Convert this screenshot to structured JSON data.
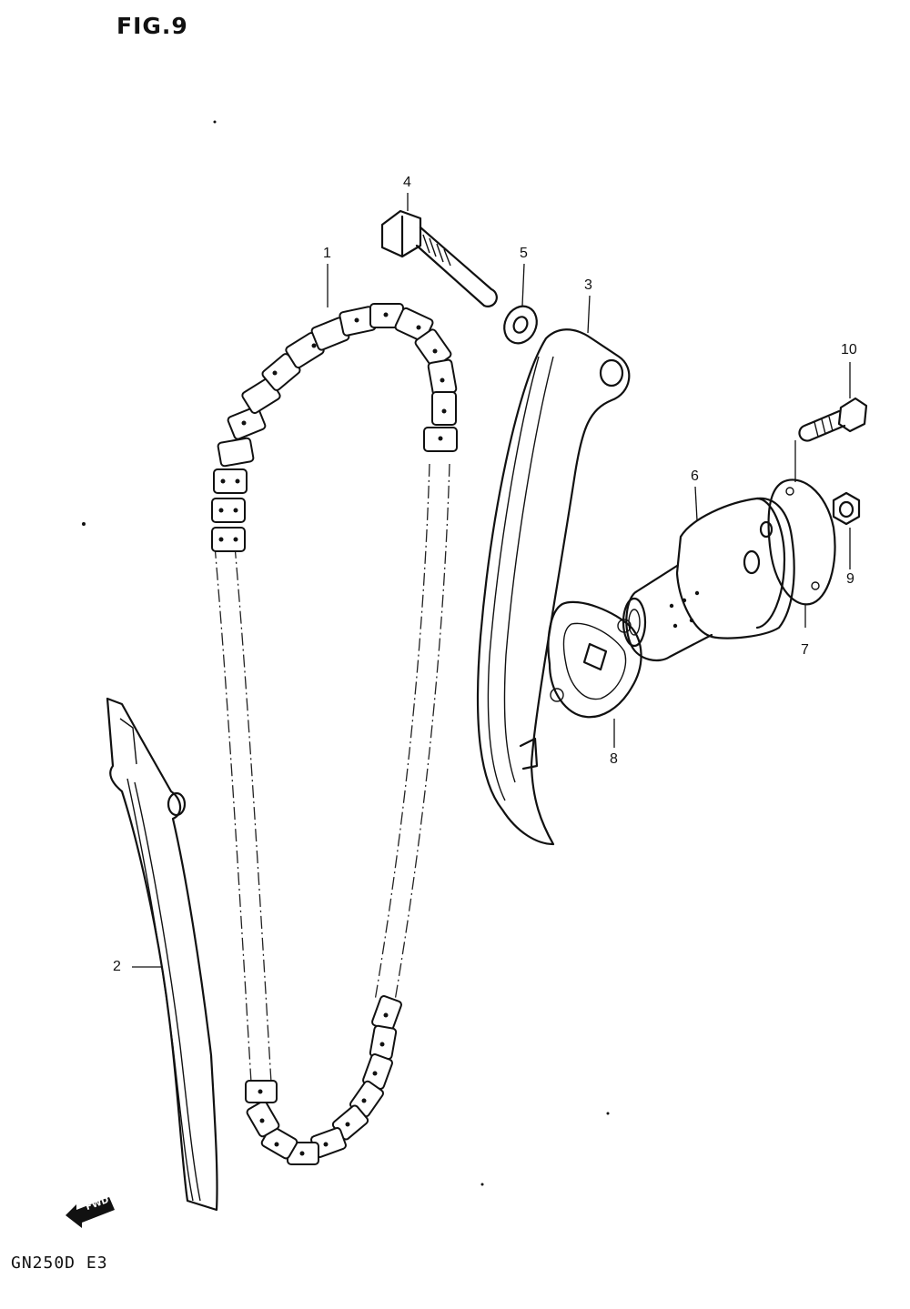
{
  "figure": {
    "title": "FIG.9",
    "model_code": "GN250D E3",
    "direction_marker": "FWD"
  },
  "callouts": [
    {
      "id": "1",
      "label": "1"
    },
    {
      "id": "2",
      "label": "2"
    },
    {
      "id": "3",
      "label": "3"
    },
    {
      "id": "4",
      "label": "4"
    },
    {
      "id": "5",
      "label": "5"
    },
    {
      "id": "6",
      "label": "6"
    },
    {
      "id": "7",
      "label": "7"
    },
    {
      "id": "8",
      "label": "8"
    },
    {
      "id": "9",
      "label": "9"
    },
    {
      "id": "10",
      "label": "10"
    }
  ],
  "colors": {
    "ink": "#111111",
    "paper": "#ffffff"
  },
  "icons": {
    "direction": "arrow-left-icon"
  }
}
